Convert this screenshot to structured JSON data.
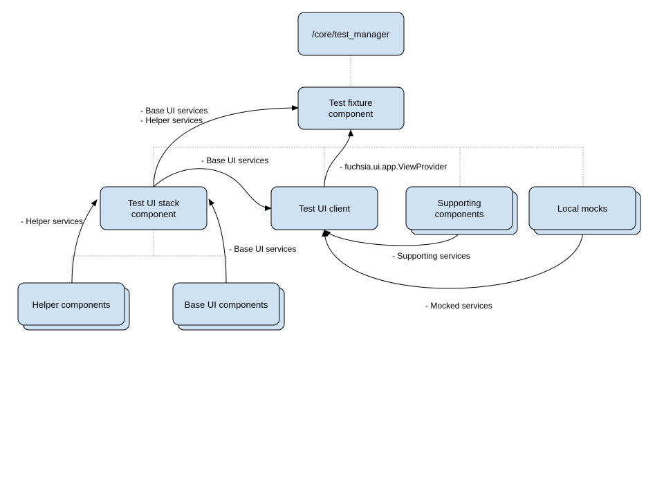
{
  "nodes": {
    "test_manager": {
      "label": "/core/test_manager"
    },
    "test_fixture": {
      "label_line1": "Test fixture",
      "label_line2": "component"
    },
    "test_ui_stack": {
      "label_line1": "Test UI stack",
      "label_line2": "component"
    },
    "test_ui_client": {
      "label": "Test UI client"
    },
    "supporting_components": {
      "label_line1": "Supporting",
      "label_line2": "components"
    },
    "local_mocks": {
      "label": "Local mocks"
    },
    "helper_components": {
      "label": "Helper components"
    },
    "base_ui_components": {
      "label": "Base UI components"
    }
  },
  "edges": {
    "stack_to_fixture": {
      "label_line1": "- Base UI services",
      "label_line2": "- Helper services"
    },
    "stack_to_client": {
      "label": "- Base UI services"
    },
    "client_to_fixture": {
      "label": "- fuchsia.ui.app.ViewProvider"
    },
    "helper_to_stack": {
      "label": "- Helper services"
    },
    "base_to_stack": {
      "label": "- Base UI services"
    },
    "supporting_to_client": {
      "label": "- Supporting services"
    },
    "mocks_to_client": {
      "label": "- Mocked services"
    }
  },
  "colors": {
    "node_fill": "#cfe2f3",
    "node_stroke": "#000000",
    "dotted_stroke": "#9e9e9e"
  }
}
